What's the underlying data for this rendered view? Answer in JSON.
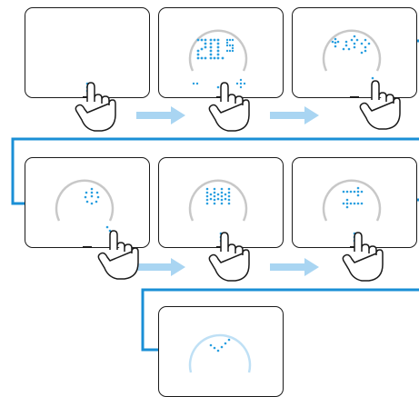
{
  "steps": [
    {
      "id": 1,
      "display": "",
      "icon": "blank"
    },
    {
      "id": 2,
      "display": "20.5",
      "icon": "temperature",
      "buttons": [
        "−",
        "·",
        "+"
      ]
    },
    {
      "id": 3,
      "display": "",
      "icon": "swipe-arrows"
    },
    {
      "id": 4,
      "display": "",
      "icon": "power-icon"
    },
    {
      "id": 5,
      "display": "",
      "icon": "heating-icon"
    },
    {
      "id": 6,
      "display": "",
      "icon": "swap-arrows-icon"
    },
    {
      "id": 7,
      "display": "",
      "icon": "checkmark-icon"
    }
  ],
  "colors": {
    "accent": "#1a8fd6",
    "dots": "#2a9fe0",
    "arrow": "#a9d5f2",
    "frame": "#1a1a1a",
    "dial": "#c8c8c8"
  }
}
